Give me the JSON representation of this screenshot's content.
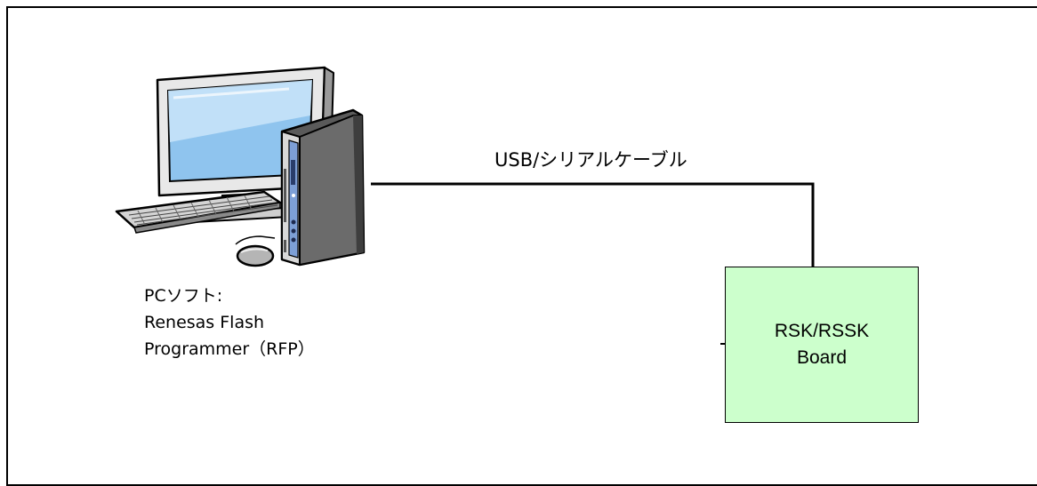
{
  "cable": {
    "label": "USB/シリアルケーブル"
  },
  "pc": {
    "software_lines": [
      "PCソフト:",
      "Renesas Flash",
      "Programmer（RFP）"
    ]
  },
  "board": {
    "lines": [
      "RSK/RSSK",
      "Board"
    ],
    "fill_color": "#ccffcc"
  },
  "icons": {
    "computer": "desktop-computer-icon"
  }
}
